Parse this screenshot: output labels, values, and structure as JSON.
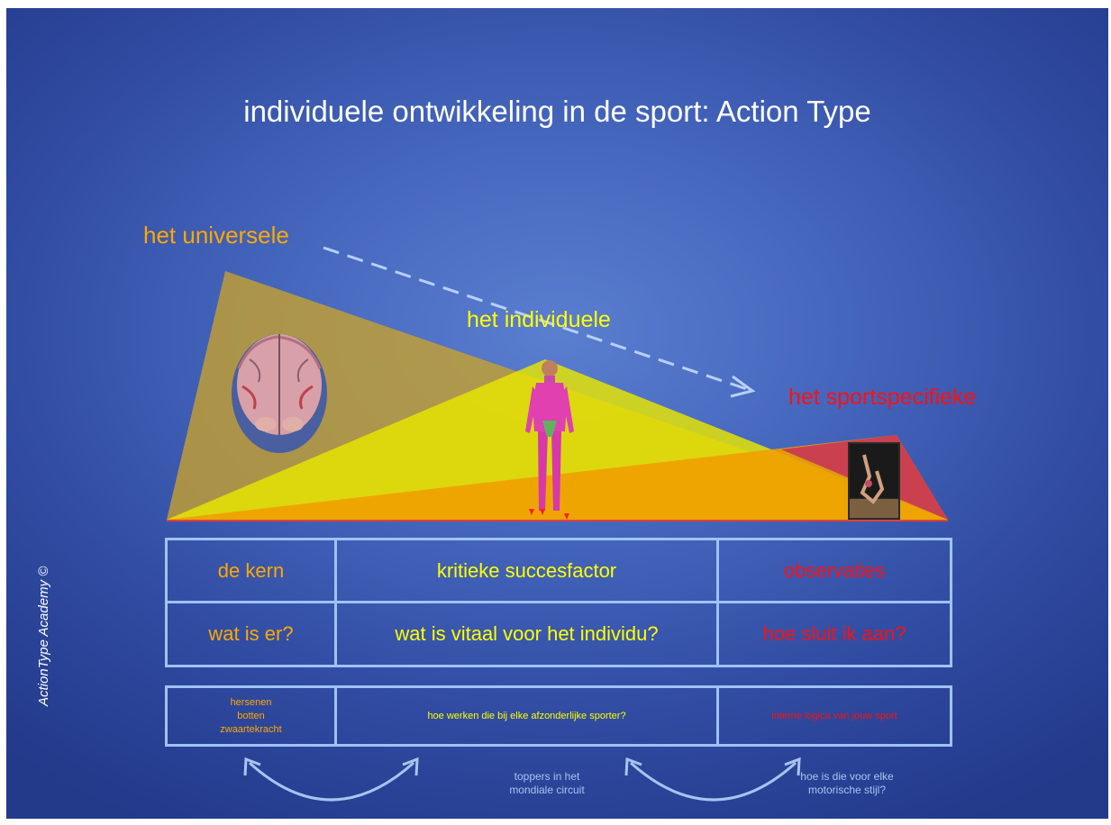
{
  "slide": {
    "title": "individuele ontwikkeling in de sport:  Action Type",
    "credit": "ActionType Academy ©"
  },
  "labels": {
    "universal": "het universele",
    "individual": "het individuele",
    "sport_specific": "het sportspecifieke"
  },
  "colors": {
    "universal": "#ffa800",
    "individual": "#ffff00",
    "sport_specific": "#ff1010",
    "grid_border": "#9fc2ff",
    "caption": "#a8c4f0"
  },
  "table": {
    "row1": [
      "de kern",
      "kritieke succesfactor",
      "observaties"
    ],
    "row2": [
      "wat is er?",
      "wat  is vitaal voor het individu?",
      "hoe sluit ik aan?"
    ]
  },
  "details": {
    "left_lines": [
      "hersenen",
      "botten",
      "zwaartekracht"
    ],
    "middle": "hoe werken die bij elke afzonderlijke sporter?",
    "right": "interne logica van  jouw sport"
  },
  "captions": {
    "middle_lines": [
      "toppers in het",
      "mondiale circuit"
    ],
    "right_lines": [
      "hoe is die voor elke",
      "motorische stijl?"
    ]
  },
  "icons": [
    "brain-image",
    "human-figure",
    "gymnast-photo",
    "dashed-arrow-icon",
    "curved-double-arrow-icon"
  ]
}
